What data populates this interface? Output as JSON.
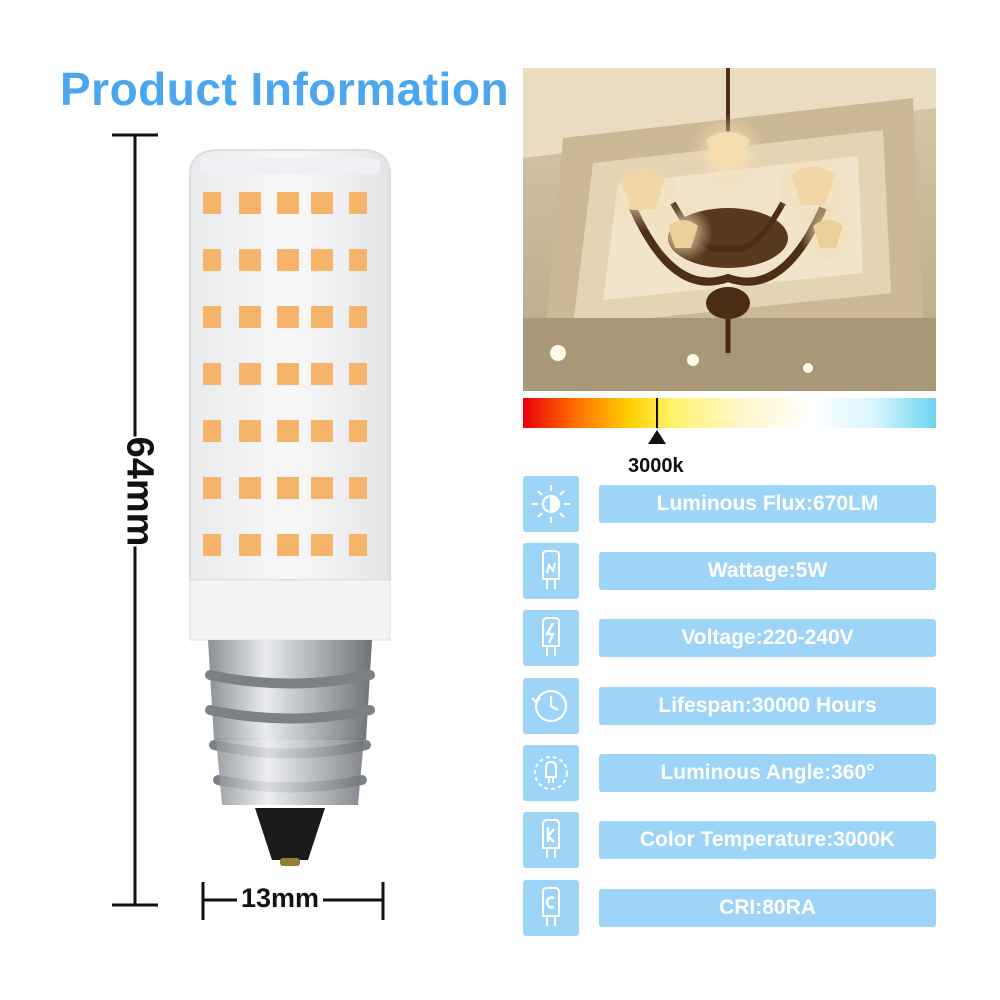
{
  "title": "Product Information",
  "dimensions": {
    "height": "64mm",
    "width": "13mm"
  },
  "color_temperature_scale": {
    "marker_label": "3000k"
  },
  "specs": [
    {
      "icon": "luminous-flux-icon",
      "label": "Luminous Flux:670LM"
    },
    {
      "icon": "wattage-icon",
      "label": "Wattage:5W"
    },
    {
      "icon": "voltage-icon",
      "label": "Voltage:220-240V"
    },
    {
      "icon": "lifespan-icon",
      "label": "Lifespan:30000 Hours"
    },
    {
      "icon": "luminous-angle-icon",
      "label": "Luminous Angle:360°"
    },
    {
      "icon": "color-temperature-icon",
      "label": "Color Temperature:3000K"
    },
    {
      "icon": "cri-icon",
      "label": "CRI:80RA"
    }
  ],
  "colors": {
    "title": "#4aa6ee",
    "spec_bg": "#9ed4f7",
    "led": "#f5b46a"
  }
}
